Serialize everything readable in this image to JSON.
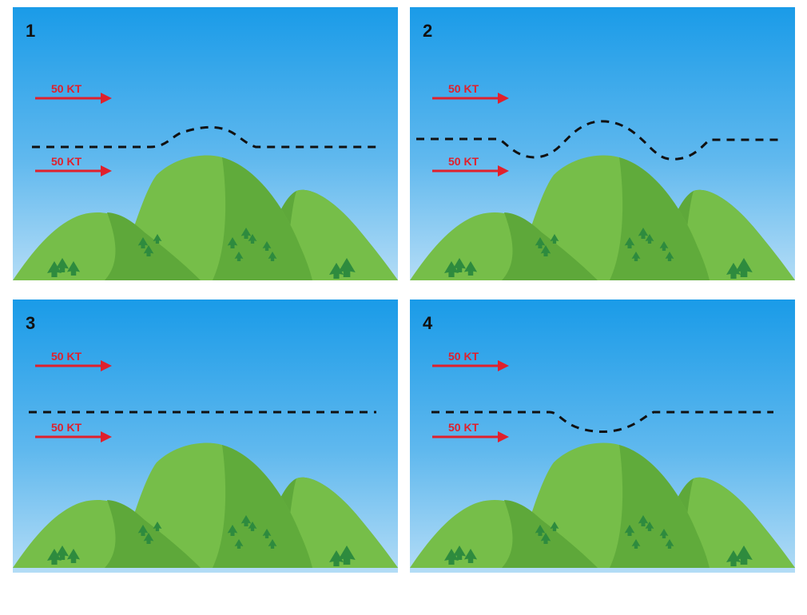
{
  "panels": [
    {
      "number": "1",
      "upper_wind": "50 KT",
      "lower_wind": "50 KT",
      "wave": "crest"
    },
    {
      "number": "2",
      "upper_wind": "50 KT",
      "lower_wind": "50 KT",
      "wave": "trough-crest-trough"
    },
    {
      "number": "3",
      "upper_wind": "50 KT",
      "lower_wind": "50 KT",
      "wave": "flat"
    },
    {
      "number": "4",
      "upper_wind": "50 KT",
      "lower_wind": "50 KT",
      "wave": "trough"
    }
  ],
  "colors": {
    "sky_top": "#1a9be8",
    "sky_bottom": "#b3dcf6",
    "hill_light": "#76be49",
    "hill_dark": "#5ea83a",
    "tree": "#2e8b3e",
    "arrow": "#e0202c",
    "wave_line": "#111111"
  }
}
